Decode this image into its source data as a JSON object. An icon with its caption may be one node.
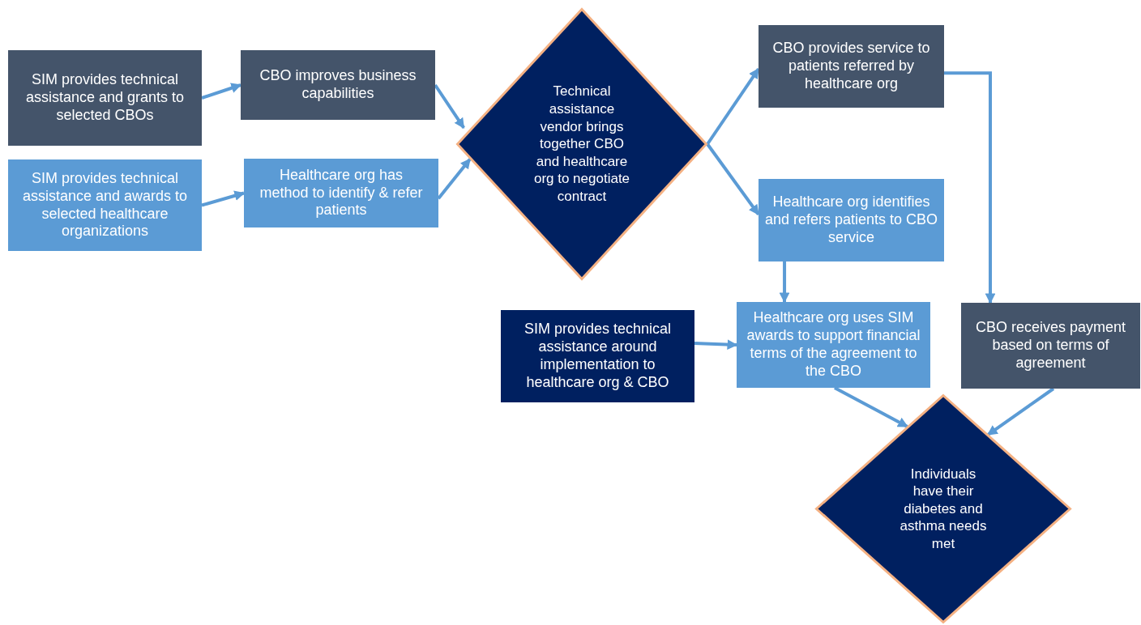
{
  "diagram": {
    "nodes": [
      {
        "text": [
          "SIM provides technical assistance and grants to selected CBOs"
        ]
      },
      {
        "text": [
          "SIM provides technical assistance and awards to selected healthcare organizations"
        ]
      },
      {
        "text": [
          "CBO improves business capabilities"
        ]
      },
      {
        "text": [
          "Healthcare org has method to identify & refer patients"
        ]
      },
      {
        "text": [
          "Technical assistance vendor brings together CBO and healthcare org to negotiate contract"
        ]
      },
      {
        "text": [
          "CBO provides service to patients referred by healthcare org"
        ]
      },
      {
        "text": [
          "Healthcare org identifies and refers patients to CBO service"
        ]
      },
      {
        "text": [
          "SIM provides technical assistance around implementation to healthcare org & CBO"
        ]
      },
      {
        "text": [
          "Healthcare org uses SIM awards to support financial terms of the agreement to the CBO"
        ]
      },
      {
        "text": [
          "CBO receives payment based on terms of agreement"
        ]
      },
      {
        "text": [
          "Individuals have their diabetes and asthma needs met"
        ]
      }
    ],
    "edges": [
      {
        "from": 0,
        "to": 2,
        "arrow": "to"
      },
      {
        "from": 1,
        "to": 3,
        "arrow": "to"
      },
      {
        "from": 2,
        "to": 4,
        "arrow": "to"
      },
      {
        "from": 3,
        "to": 4,
        "arrow": "to"
      },
      {
        "from": 4,
        "to": 5,
        "arrow": "to"
      },
      {
        "from": 4,
        "to": 6,
        "arrow": "to"
      },
      {
        "from": 6,
        "to": 8,
        "arrow": "to"
      },
      {
        "from": 7,
        "to": 8,
        "arrow": "to"
      },
      {
        "from": 5,
        "to": 9,
        "arrow": "to"
      },
      {
        "from": 8,
        "to": 10,
        "arrow": "to"
      },
      {
        "from": 9,
        "to": 10,
        "arrow": "to"
      }
    ]
  }
}
